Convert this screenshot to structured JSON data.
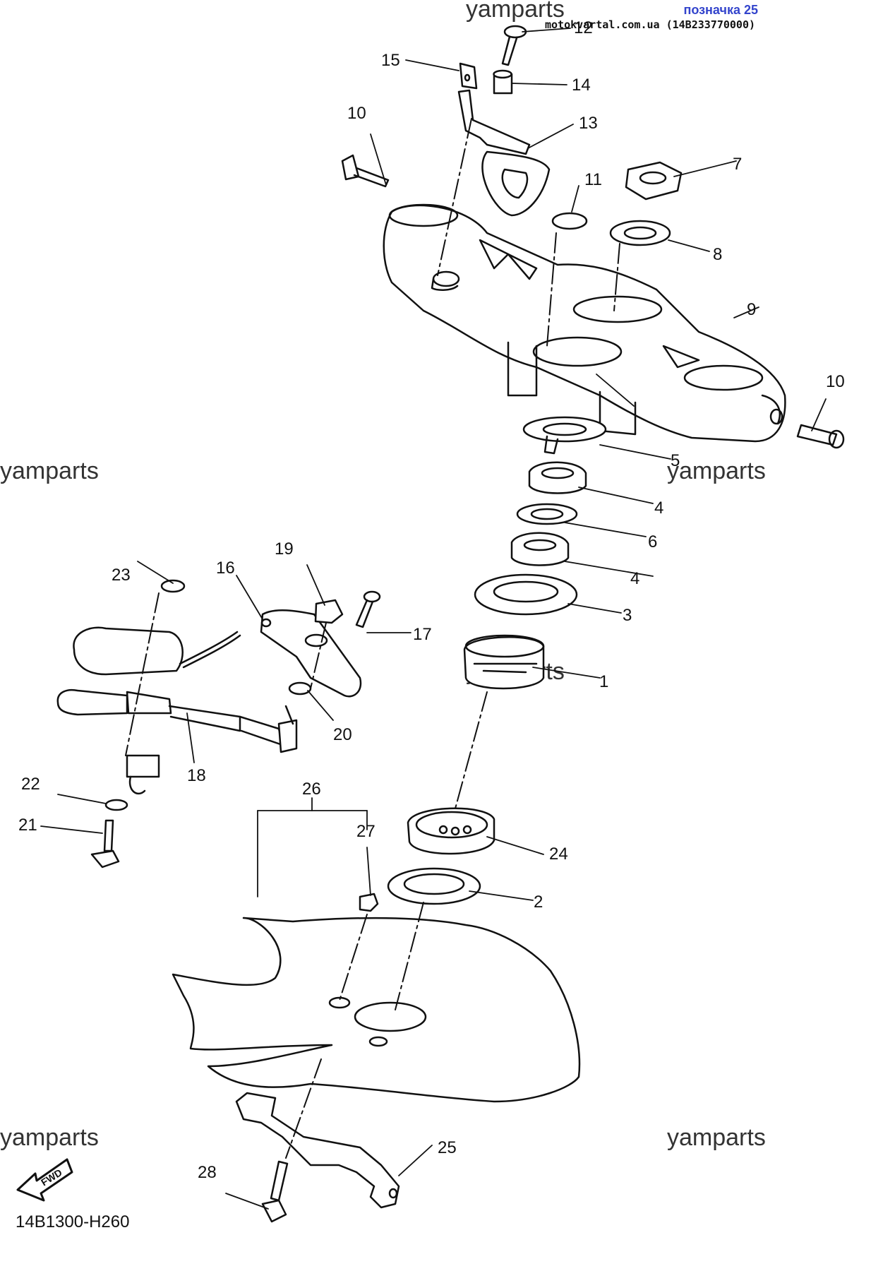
{
  "header": {
    "tag": "позначка 25",
    "source": "motokvartal.com.ua (14B233770000)"
  },
  "watermark": "yamparts",
  "diagram_code": "14B1300-H260",
  "fwd_label": "FWD",
  "callouts": [
    "1",
    "2",
    "3",
    "4",
    "4",
    "5",
    "6",
    "7",
    "8",
    "9",
    "10",
    "10",
    "11",
    "12",
    "13",
    "14",
    "15",
    "16",
    "17",
    "18",
    "19",
    "20",
    "21",
    "22",
    "23",
    "24",
    "25",
    "26",
    "27",
    "28"
  ],
  "colors": {
    "ink": "#111111",
    "tag": "#3344cc"
  }
}
